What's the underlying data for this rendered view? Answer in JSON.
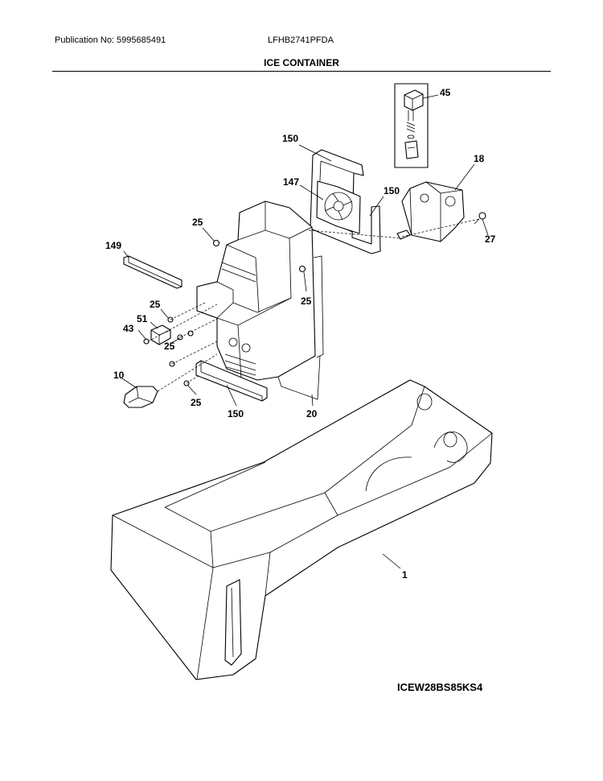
{
  "header": {
    "publication": "Publication No: 5995685491",
    "model": "LFHB2741PFDA",
    "section_title": "ICE CONTAINER"
  },
  "diagram": {
    "callouts": [
      {
        "id": "c45",
        "label": "45"
      },
      {
        "id": "c18",
        "label": "18"
      },
      {
        "id": "c27",
        "label": "27"
      },
      {
        "id": "c150a",
        "label": "150"
      },
      {
        "id": "c147",
        "label": "147"
      },
      {
        "id": "c150b",
        "label": "150"
      },
      {
        "id": "c25a",
        "label": "25"
      },
      {
        "id": "c149",
        "label": "149"
      },
      {
        "id": "c25b",
        "label": "25"
      },
      {
        "id": "c25c",
        "label": "25"
      },
      {
        "id": "c51",
        "label": "51"
      },
      {
        "id": "c43",
        "label": "43"
      },
      {
        "id": "c25d",
        "label": "25"
      },
      {
        "id": "c10",
        "label": "10"
      },
      {
        "id": "c25e",
        "label": "25"
      },
      {
        "id": "c150c",
        "label": "150"
      },
      {
        "id": "c20",
        "label": "20"
      },
      {
        "id": "c1",
        "label": "1"
      }
    ],
    "image_code": "ICEW28BS85KS4"
  }
}
